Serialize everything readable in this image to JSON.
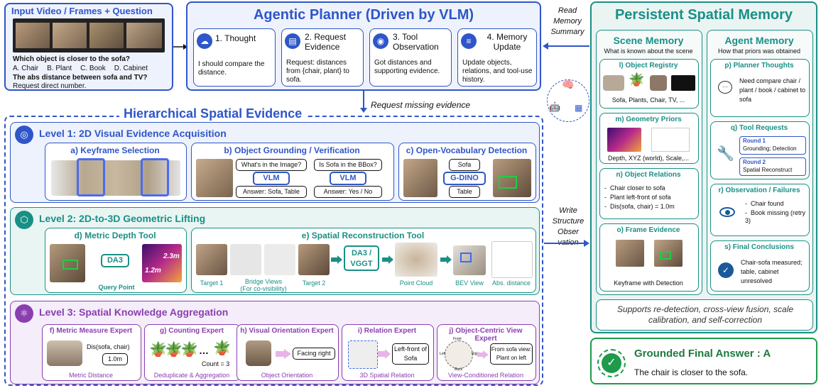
{
  "input": {
    "title": "Input Video / Frames + Question",
    "q1": "Which object is closer to the sofa?",
    "options": [
      "A. Chair",
      "B. Plant",
      "C. Book",
      "D. Cabinet"
    ],
    "q2": "The abs distance between sofa and TV?",
    "q2_sub": "Request direct number."
  },
  "planner": {
    "title": "Agentic Planner (Driven by VLM)",
    "steps": [
      {
        "title": "1. Thought",
        "body": "I should compare the distance."
      },
      {
        "title": "2. Request Evidence",
        "body": "Request: distances from {chair, plant} to sofa."
      },
      {
        "title": "3. Tool Observation",
        "body": "Got distances and supporting evidence."
      },
      {
        "title": "4. Memory Update",
        "body": "Update objects, relations, and tool-use history."
      }
    ]
  },
  "arrows": {
    "read": "Read Memory Summary",
    "request_missing": "Request missing evidence",
    "write": "Write Structure Obser vation"
  },
  "hierarchy": {
    "title": "Hierarchical Spatial Evidence",
    "level1": {
      "title": "Level 1: 2D Visual Evidence Acquisition",
      "a": "a) Keyframe Selection",
      "b": "b) Object Grounding / Verification",
      "b_q1": "What's in the Image?",
      "b_q2": "Is Sofa in the BBox?",
      "vlm": "VLM",
      "b_a1": "Answer: Sofa, Table",
      "b_a2": "Answer: Yes / No",
      "c": "c) Open-Vocabulary Detection",
      "c_sofa": "Sofa",
      "c_gdino": "G-DINO",
      "c_table": "Table"
    },
    "level2": {
      "title": "Level 2: 2D-to-3D Geometric Lifting",
      "d": "d) Metric Depth Tool",
      "d_model": "DA3",
      "d_query": "Query Point",
      "d_v1": "1.2m",
      "d_v2": "2.3m",
      "e": "e) Spatial Reconstruction Tool",
      "e_target1": "Target 1",
      "e_bridge": "Bridge Views",
      "e_bridge_sub": "(For co-visibility)",
      "e_target2": "Target 2",
      "e_model": "DA3 / VGGT",
      "e_cloud": "Point Cloud",
      "e_bev": "BEV View",
      "e_abs": "Abs. distance"
    },
    "level3": {
      "title": "Level 3: Spatial Knowledge Aggregation",
      "f": "f) Metric Measure Expert",
      "f_expr": "Dis(sofa, chair)",
      "f_val": "1.0m",
      "f_foot": "Metric Distance",
      "g": "g) Counting Expert",
      "g_count": "Count = 3",
      "g_foot": "Deduplicate & Aggregation",
      "h": "h) Visual Orientation Expert",
      "h_out": "Facing right",
      "h_foot": "Object Orientation",
      "i": "i) Relation Expert",
      "i_out": "Left-front of Sofa",
      "i_foot": "3D Spatial Relation",
      "j": "j) Object-Centric View Expert",
      "j_out": "From sofa view: Plant on left",
      "j_foot": "View-Conditioned Relation",
      "j_front": "Front",
      "j_left": "Left",
      "j_right": "Right",
      "j_back": "Back"
    }
  },
  "memory": {
    "title": "Persistent Spatial Memory",
    "scene": {
      "title": "Scene Memory",
      "sub": "What is known about the scene",
      "l_title": "l) Object Registry",
      "l_body": "Sofa, Plants, Chair, TV, ...",
      "m_title": "m) Geometry Priors",
      "m_body": "Depth, XYZ (world), Scale,...",
      "n_title": "n) Object Relations",
      "n_items": [
        "Chair closer to sofa",
        "Plant left-front of sofa",
        "Dis(sofa, chair) = 1.0m"
      ],
      "o_title": "o) Frame Evidence",
      "o_body": "Keyframe with Detection"
    },
    "agent": {
      "title": "Agent Memory",
      "sub": "How that priors was obtained",
      "p_title": "p) Planner Thoughts",
      "p_body": "Need compare chair / plant / book / cabinet to sofa",
      "q_title": "q) Tool Requests",
      "q_r1": "Round 1",
      "q_r1_body": "Grounding; Detection",
      "q_r2": "Round 2",
      "q_r2_body": "Spatial Reconstruct",
      "r_title": "r) Observation / Failures",
      "r_items": [
        "Chair found",
        "Book missing (retry 3)"
      ],
      "s_title": "s) Final Conclusions",
      "s_body": "Chair-sofa measured; table, cabinet unresolved"
    },
    "footer": "Supports re-detection, cross-view fusion, scale calibration, and self-correction"
  },
  "answer": {
    "title": "Grounded Final Answer : A",
    "body": "The chair is closer to the sofa."
  },
  "colors": {
    "blue": "#2f56c8",
    "teal": "#1a8f86",
    "purple": "#8a3fb0"
  }
}
